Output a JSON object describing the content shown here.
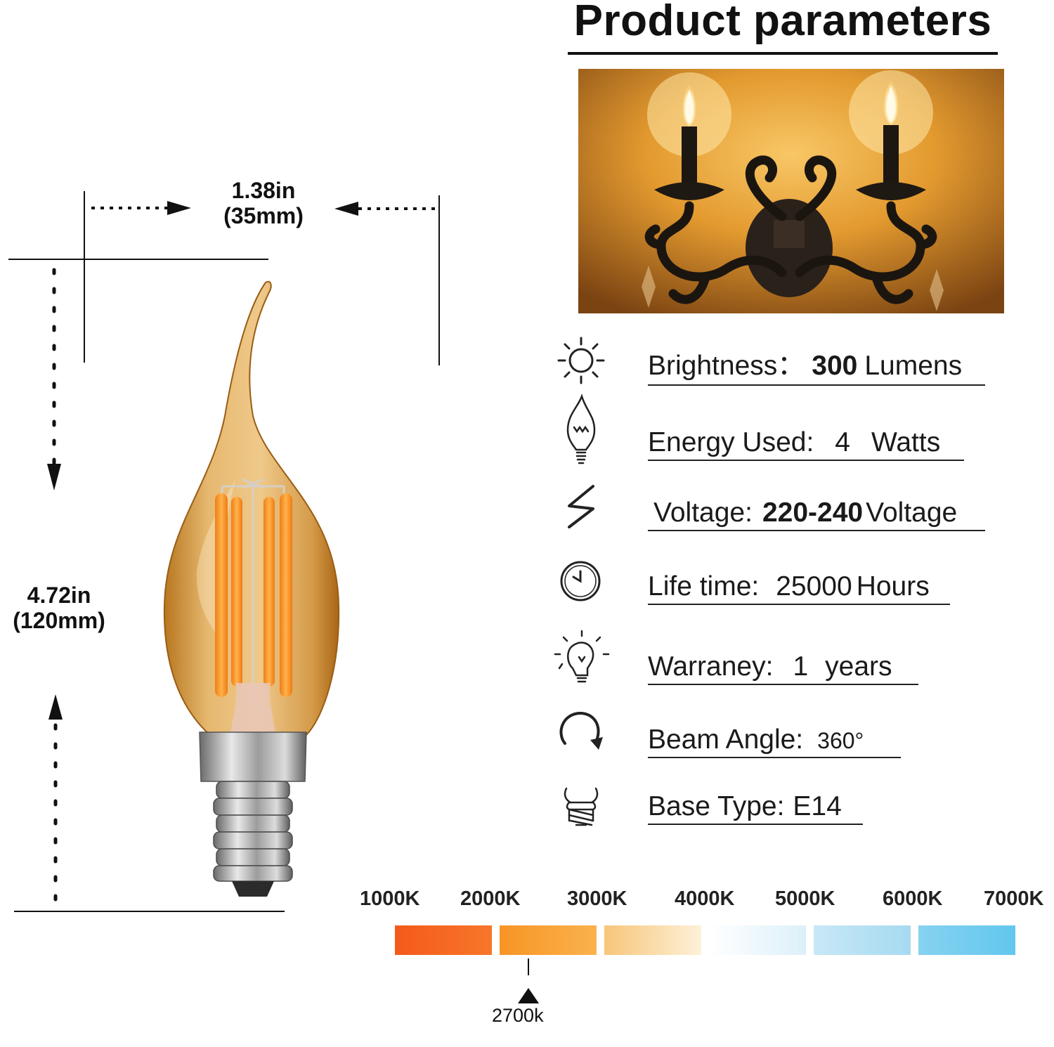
{
  "header": {
    "title": "Product parameters"
  },
  "dimensions": {
    "width_in": "1.38in",
    "width_mm": "(35mm)",
    "height_in": "4.72in",
    "height_mm": "(120mm)"
  },
  "specs": [
    {
      "icon": "sun-icon",
      "label": "Brightness：",
      "value": "300",
      "unit": "Lumens"
    },
    {
      "icon": "bulb-outline-icon",
      "label": "Energy Used:",
      "value": "4",
      "unit": "Watts"
    },
    {
      "icon": "lightning-icon",
      "label": "Voltage:",
      "value": "220-240",
      "unit": "Voltage"
    },
    {
      "icon": "clock-icon",
      "label": "Life time:",
      "value": "25000",
      "unit": "Hours"
    },
    {
      "icon": "idea-bulb-icon",
      "label": "Warraney:",
      "value": "1",
      "unit": "years"
    },
    {
      "icon": "rotate-icon",
      "label": "Beam Angle:",
      "value": "360°",
      "unit": ""
    },
    {
      "icon": "screw-base-icon",
      "label": "Base Type:",
      "value": "E14",
      "unit": ""
    }
  ],
  "color_temperature": {
    "ticks": [
      "1000K",
      "2000K",
      "3000K",
      "4000K",
      "5000K",
      "6000K",
      "7000K"
    ],
    "marker_label": "2700k",
    "colors": [
      "#f5621e",
      "#f7962a",
      "#f9d59a",
      "#eef6fb",
      "#b5dff2",
      "#76cdee"
    ]
  }
}
